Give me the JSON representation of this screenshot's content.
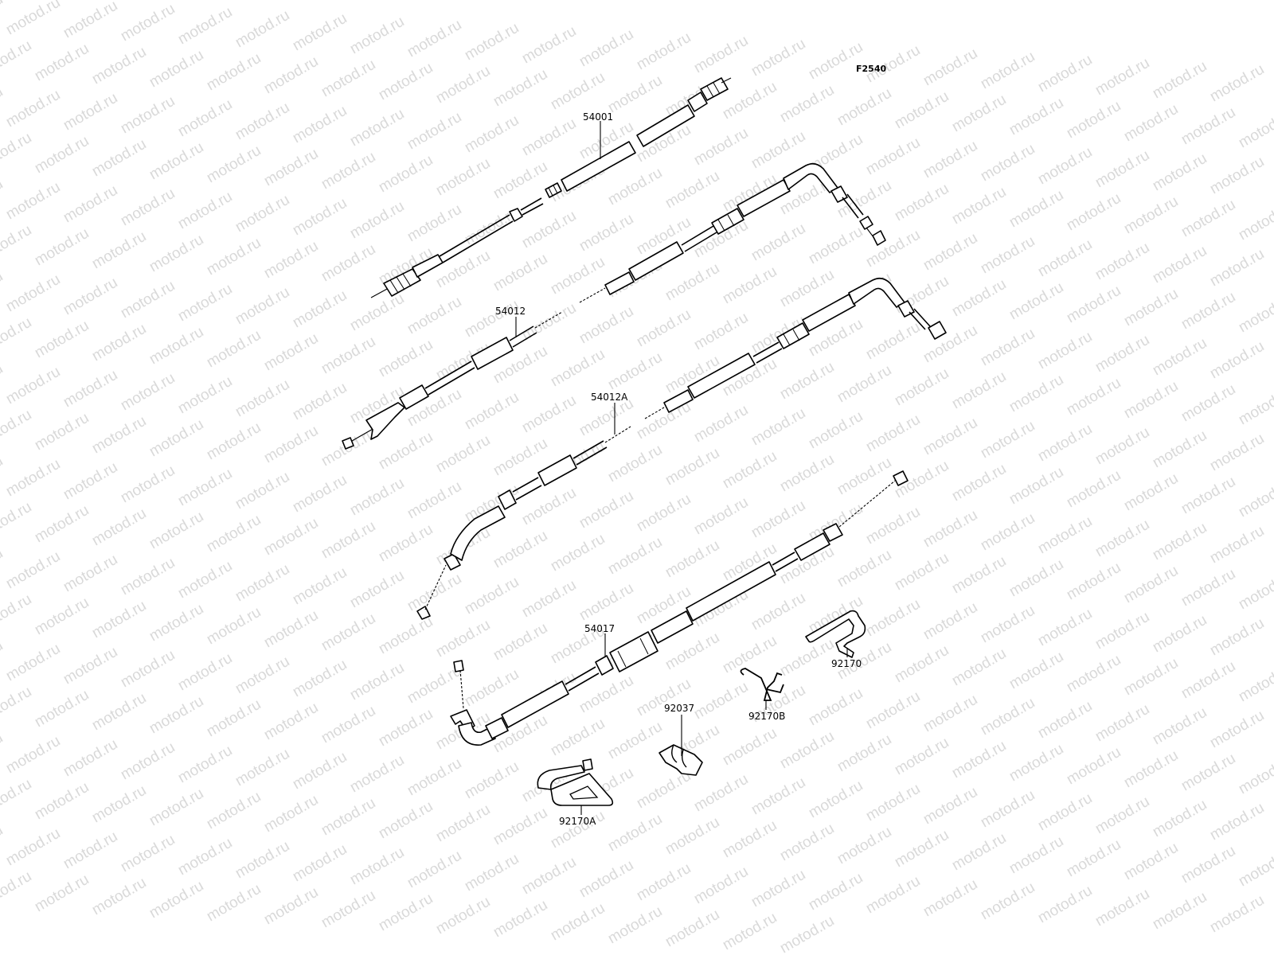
{
  "diagram": {
    "reference_code": "F2540",
    "watermark_text": "motod.ru",
    "parts": [
      {
        "id": "speedometer-cable",
        "number": "54001"
      },
      {
        "id": "throttle-cable-accelerator",
        "number": "54012"
      },
      {
        "id": "throttle-cable-decelerator",
        "number": "54012A"
      },
      {
        "id": "clutch-cable",
        "number": "54017"
      },
      {
        "id": "clamp-92170",
        "number": "92170"
      },
      {
        "id": "clamp-92170b",
        "number": "92170B"
      },
      {
        "id": "clamp-92037",
        "number": "92037"
      },
      {
        "id": "clamp-92170a",
        "number": "92170A"
      }
    ]
  }
}
